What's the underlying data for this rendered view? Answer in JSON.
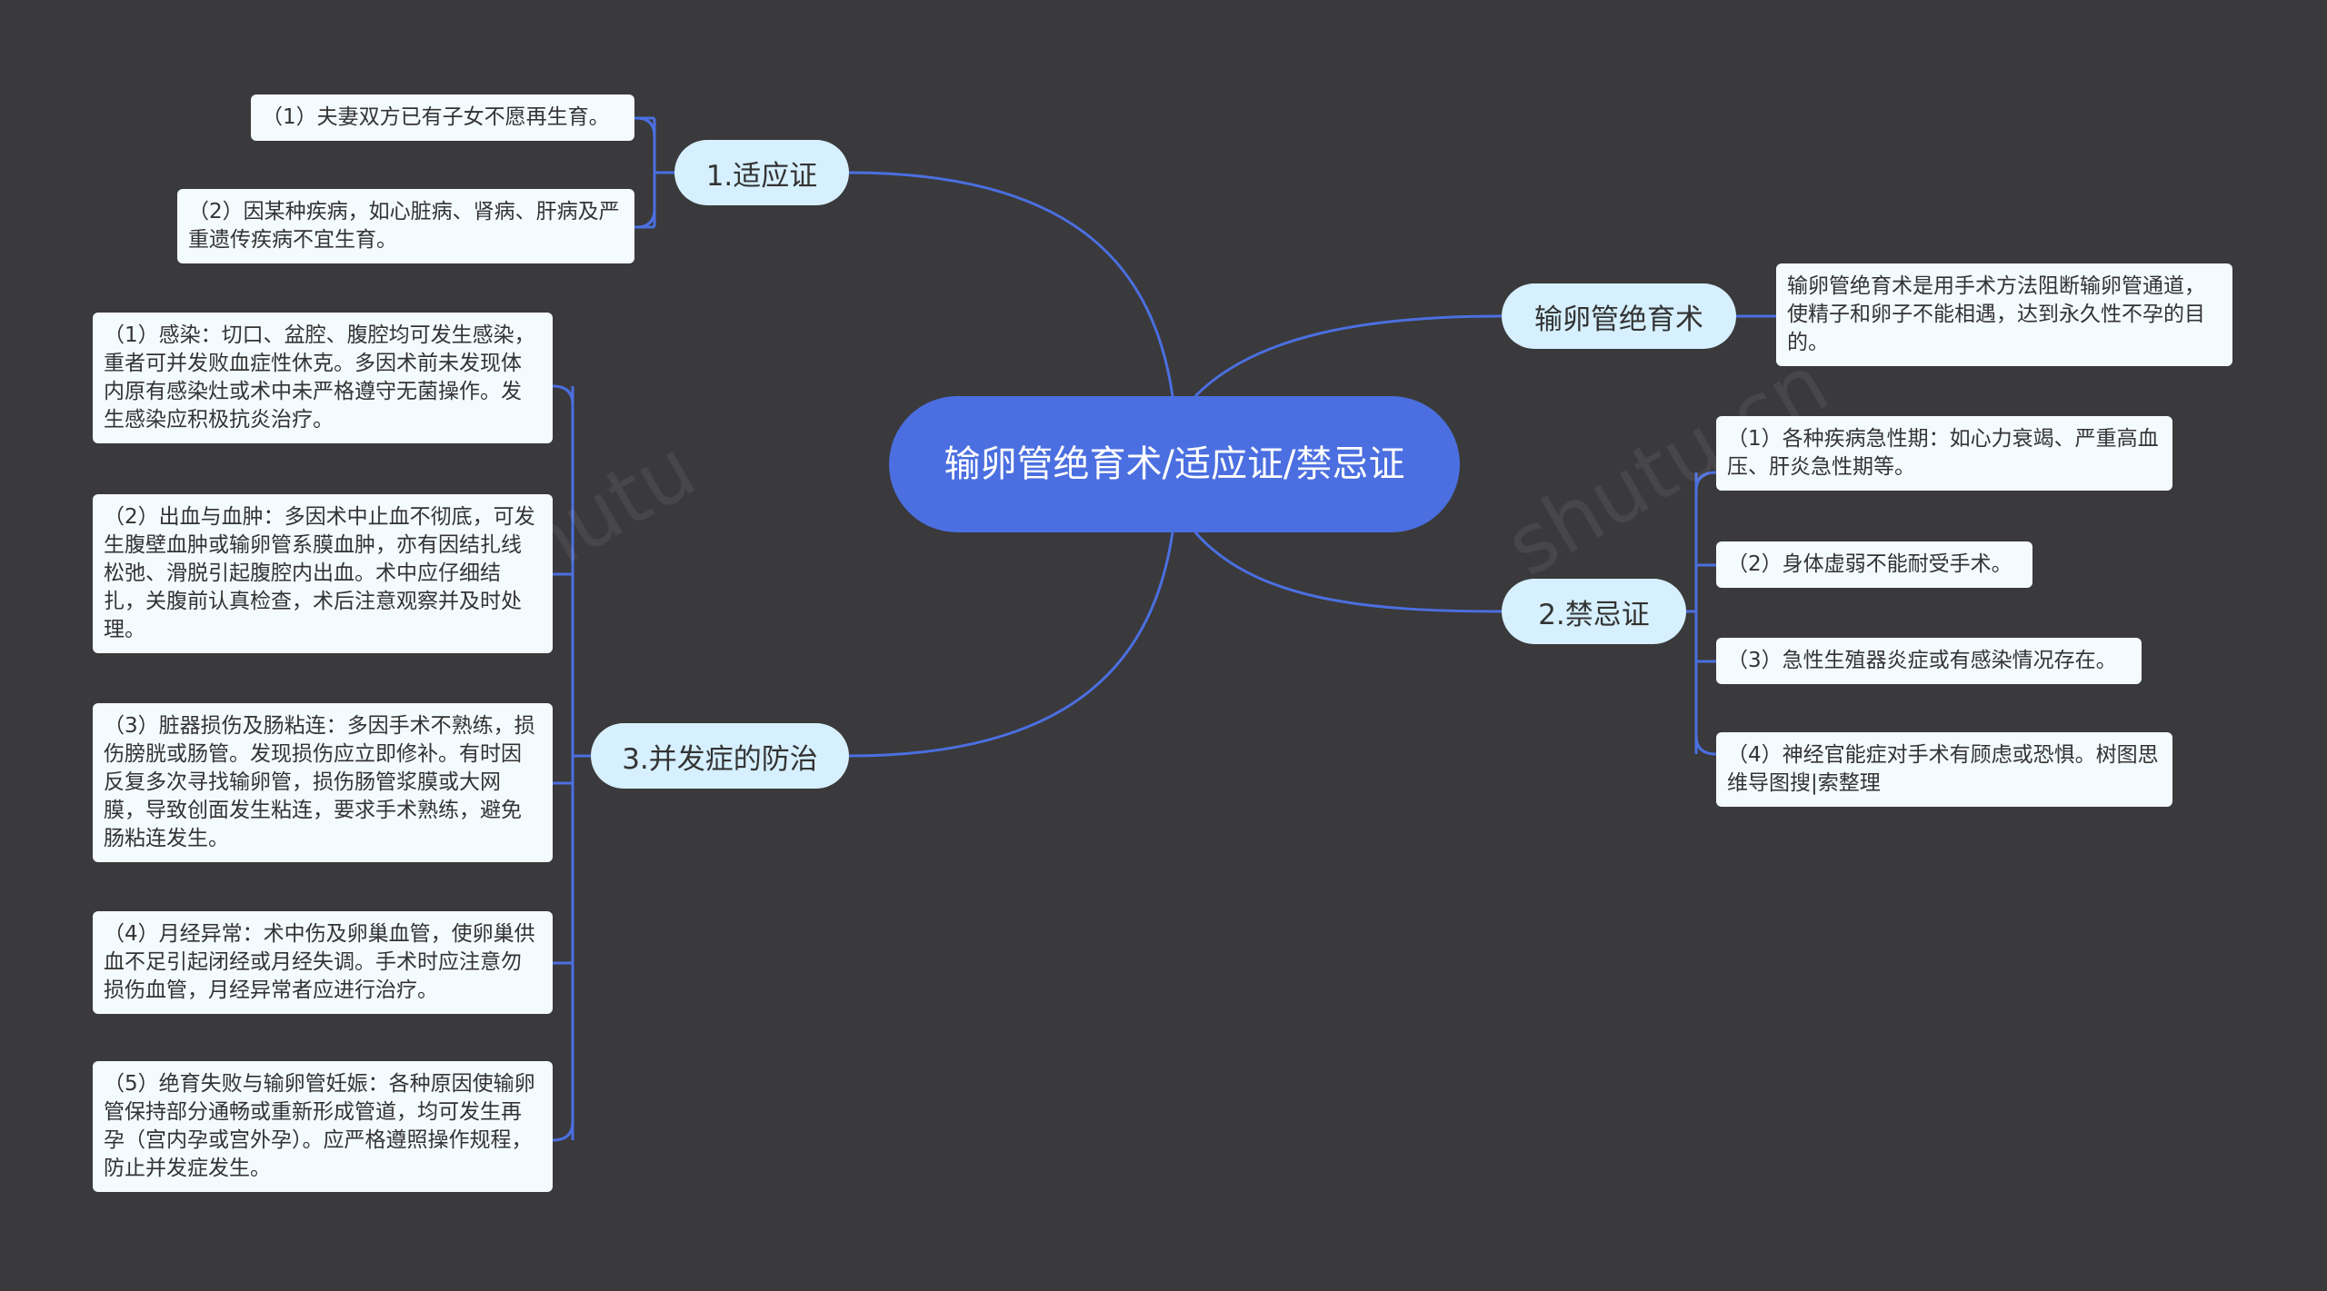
{
  "root": {
    "label": "输卵管绝育术/适应证/禁忌证"
  },
  "branches": {
    "indications": {
      "label": "1.适应证",
      "items": [
        "（1）夫妻双方已有子女不愿再生育。",
        "（2）因某种疾病，如心脏病、肾病、肝病及严重遗传疾病不宜生育。"
      ]
    },
    "complications": {
      "label": "3.并发症的防治",
      "items": [
        "（1）感染：切口、盆腔、腹腔均可发生感染，重者可并发败血症性休克。多因术前未发现体内原有感染灶或术中未严格遵守无菌操作。发生感染应积极抗炎治疗。",
        "（2）出血与血肿：多因术中止血不彻底，可发生腹壁血肿或输卵管系膜血肿，亦有因结扎线松弛、滑脱引起腹腔内出血。术中应仔细结扎，关腹前认真检查，术后注意观察并及时处理。",
        "（3）脏器损伤及肠粘连：多因手术不熟练，损伤膀胱或肠管。发现损伤应立即修补。有时因反复多次寻找输卵管，损伤肠管浆膜或大网膜，导致创面发生粘连，要求手术熟练，避免肠粘连发生。",
        "（4）月经异常：术中伤及卵巢血管，使卵巢供血不足引起闭经或月经失调。手术时应注意勿损伤血管，月经异常者应进行治疗。",
        "（5）绝育失败与输卵管妊娠：各种原因使输卵管保持部分通畅或重新形成管道，均可发生再孕（宫内孕或宫外孕）。应严格遵照操作规程，防止并发症发生。"
      ]
    },
    "definition": {
      "label": "输卵管绝育术",
      "items": [
        "输卵管绝育术是用手术方法阻断输卵管通道，使精子和卵子不能相遇，达到永久性不孕的目的。"
      ]
    },
    "contraindications": {
      "label": "2.禁忌证",
      "items": [
        "（1）各种疾病急性期：如心力衰竭、严重高血压、肝炎急性期等。",
        "（2）身体虚弱不能耐受手术。",
        "（3）急性生殖器炎症或有感染情况存在。",
        "（4）神经官能症对手术有顾虑或恐惧。树图思维导图搜|索整理"
      ]
    }
  },
  "colors": {
    "background": "#3a393b",
    "root": "#4b6fe0",
    "branch": "#d6f0ff",
    "leaf": "#f4fbff",
    "line": "#4b6fe0"
  }
}
